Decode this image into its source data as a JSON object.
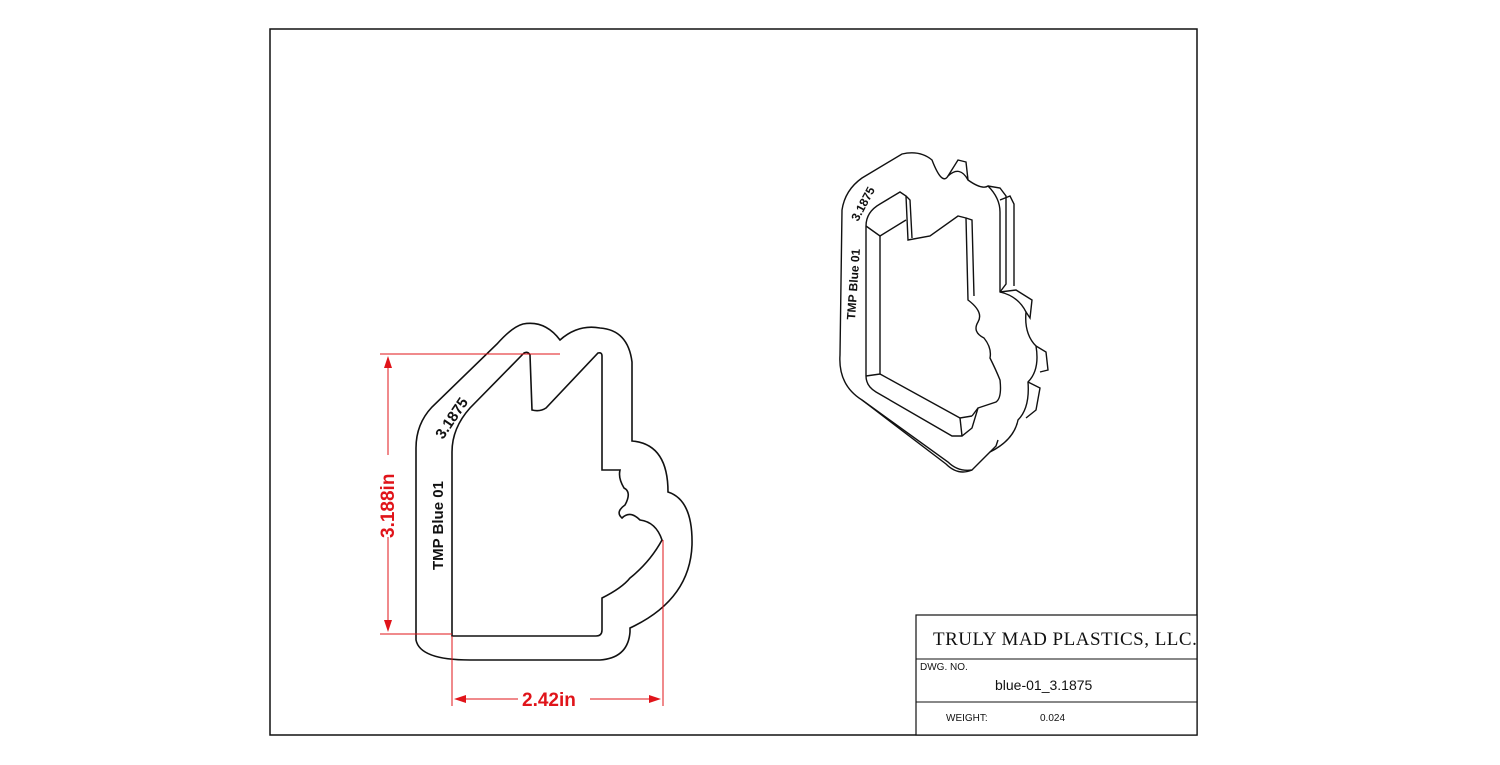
{
  "drawing": {
    "dimension_height": "3.188in",
    "dimension_width": "2.42in",
    "cutter_label_name": "TMP  Blue 01",
    "cutter_label_size": "3.1875",
    "iso_label_name": "TMP Blue 01",
    "iso_label_size": "3.1875"
  },
  "title_block": {
    "company": "TRULY MAD PLASTICS, LLC.",
    "dwg_no_label": "DWG.  NO.",
    "dwg_no_value": "blue-01_3.1875",
    "weight_label": "WEIGHT:",
    "weight_value": "0.024"
  },
  "colors": {
    "dimension": "#e0141a",
    "line": "#111111"
  }
}
